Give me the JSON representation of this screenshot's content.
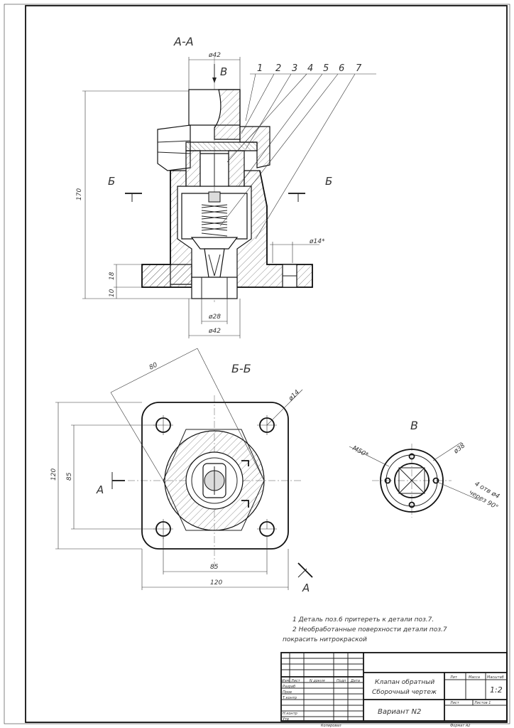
{
  "views": {
    "section_aa": "А-А",
    "section_bb": "Б-Б",
    "view_b": "В",
    "cut_b_left": "Б",
    "cut_b_right": "Б",
    "arrow_b": "В",
    "cut_a_left": "А",
    "cut_a_right": "А"
  },
  "positions": [
    "1",
    "2",
    "3",
    "4",
    "5",
    "6",
    "7"
  ],
  "dimensions": {
    "d42_top": "ø42",
    "h170": "170",
    "h18": "18",
    "h10": "10",
    "d14_side": "ø14*",
    "d28": "ø28",
    "d42_bottom": "ø42",
    "d80": "80",
    "d14_hole": "ø14",
    "h120": "120",
    "h85": "85",
    "w85": "85",
    "w120": "120",
    "m50": "M50*",
    "d38": "ø38",
    "holes": "4 отв ø4",
    "holes2": "через 90°"
  },
  "notes": [
    "1 Деталь поз.6 притереть к детали поз.7.",
    "2 Необработанные поверхности детали поз.7",
    "покрасить нитрокраской"
  ],
  "title_block": {
    "name_line1": "Клапан обратный",
    "name_line2": "Сборочный чертеж",
    "variant": "Вариант N2",
    "col_lit": "Лит",
    "col_mass": "Масса",
    "col_scale": "Масштаб",
    "scale": "1:2",
    "sheet": "Лист",
    "sheets": "Листов 1",
    "row_izm": "Изм",
    "row_list": "Лист",
    "row_ndok": "N докум",
    "row_podp": "Подп",
    "row_data": "Дата",
    "razrab": "Разраб",
    "prov": "Пров",
    "tkontr": "Т.контр",
    "nkontr": "Н.контр",
    "utv": "Утв",
    "copied": "Копировал",
    "format": "Формат А2"
  }
}
